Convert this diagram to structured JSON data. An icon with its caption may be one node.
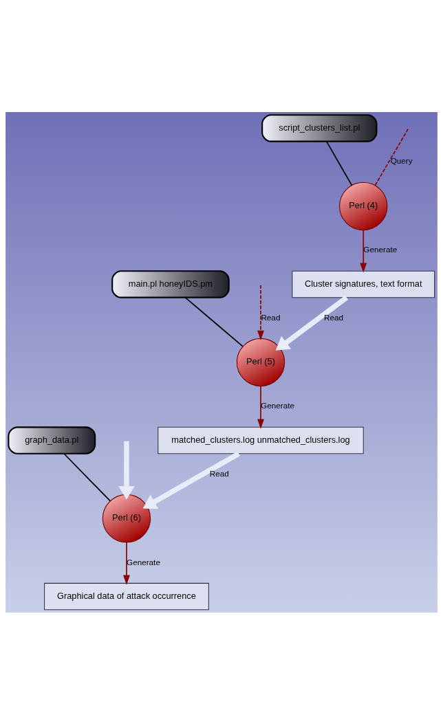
{
  "diagram": {
    "nodes": [
      {
        "text": [
          "Cluster signatures, text format"
        ]
      },
      {
        "text": [
          "main.pl honeyIDS.pm"
        ]
      },
      {
        "text": [
          "Perl (5)"
        ]
      },
      {
        "text": [
          "Perl (4)"
        ]
      },
      {
        "text": [
          "script_clusters_list.pl"
        ]
      },
      {
        "text": [
          "matched_clusters.log unmatched_clusters.log"
        ]
      },
      {
        "text": [
          "graph_data.pl"
        ]
      },
      {
        "text": [
          "Perl (6)"
        ]
      },
      {
        "text": [
          "Graphical data of attack occurrence"
        ]
      }
    ],
    "edges": [
      {
        "from": 0,
        "to": 2,
        "arrow": "to",
        "label": "Read",
        "style": "thick",
        "color": "#e8ecf8"
      },
      {
        "from": 1,
        "to": 2,
        "arrow": "none",
        "color": "#000000"
      },
      {
        "from": null,
        "to": 2,
        "arrow": "to",
        "label": "Read",
        "style": "dashed"
      },
      {
        "from": 2,
        "to": 5,
        "arrow": "to",
        "label": "Generate"
      },
      {
        "from": 3,
        "to": 0,
        "arrow": "to",
        "label": "Generate"
      },
      {
        "from": 4,
        "to": 3,
        "arrow": "none",
        "color": "#000000"
      },
      {
        "from": null,
        "to": 3,
        "arrow": "none",
        "label": "Query",
        "style": "dashed"
      },
      {
        "from": 5,
        "to": 7,
        "arrow": "to",
        "label": "Read",
        "style": "thick",
        "color": "#e8ecf8"
      },
      {
        "from": null,
        "to": 7,
        "arrow": "to",
        "style": "thick",
        "color": "#e8ecf8"
      },
      {
        "from": 6,
        "to": 7,
        "arrow": "none",
        "color": "#000000"
      },
      {
        "from": 7,
        "to": 8,
        "arrow": "to",
        "label": "Generate"
      }
    ]
  }
}
